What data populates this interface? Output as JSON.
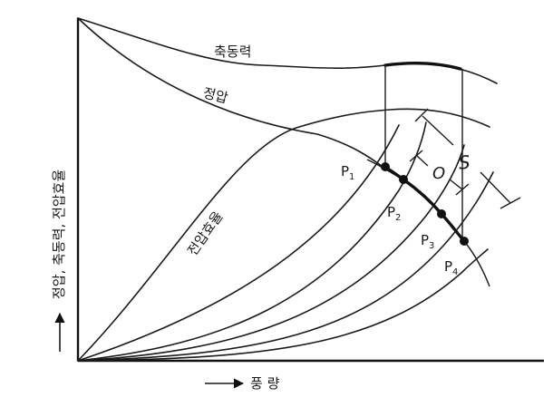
{
  "labels": {
    "shaft_power": "축동력",
    "static_pressure": "정압",
    "total_efficiency": "전압효율",
    "y_axis": "정압, 축동력, 전압효율",
    "x_axis": "풍 량",
    "dim_s": "S",
    "dim_o": "O",
    "p1": "P",
    "p1_sub": "1",
    "p2": "P",
    "p2_sub": "2",
    "p3": "P",
    "p3_sub": "3",
    "p4": "P",
    "p4_sub": "4"
  }
}
